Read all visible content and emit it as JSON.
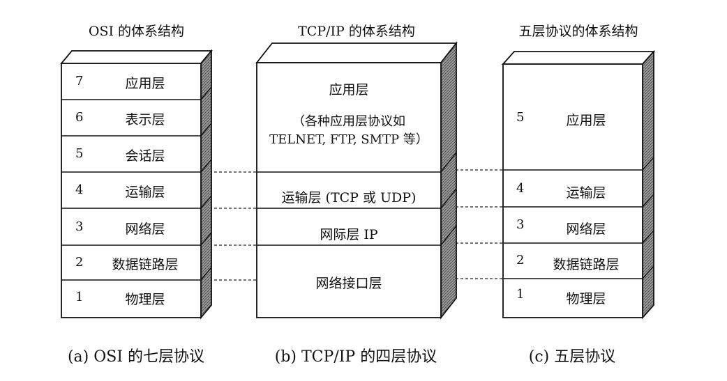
{
  "osi": {
    "title": "OSI 的体系结构",
    "caption": "(a) OSI 的七层协议",
    "layers": [
      {
        "num": "7",
        "name": "应用层"
      },
      {
        "num": "6",
        "name": "表示层"
      },
      {
        "num": "5",
        "name": "会话层"
      },
      {
        "num": "4",
        "name": "运输层"
      },
      {
        "num": "3",
        "name": "网络层"
      },
      {
        "num": "2",
        "name": "数据链路层"
      },
      {
        "num": "1",
        "name": "物理层"
      }
    ]
  },
  "tcpip": {
    "title": "TCP/IP 的体系结构",
    "caption": "(b) TCP/IP 的四层协议",
    "layers": [
      {
        "name": "应用层",
        "detail_1": "（各种应用层协议如",
        "detail_2": "TELNET, FTP, SMTP 等）"
      },
      {
        "name": "运输层 (TCP 或 UDP)"
      },
      {
        "name": "网际层 IP"
      },
      {
        "name": "网络接口层"
      }
    ]
  },
  "five": {
    "title": "五层协议的体系结构",
    "caption": "(c)  五层协议",
    "layers": [
      {
        "num": "5",
        "name": "应用层"
      },
      {
        "num": "4",
        "name": "运输层"
      },
      {
        "num": "3",
        "name": "网络层"
      },
      {
        "num": "2",
        "name": "数据链路层"
      },
      {
        "num": "1",
        "name": "物理层"
      }
    ]
  }
}
